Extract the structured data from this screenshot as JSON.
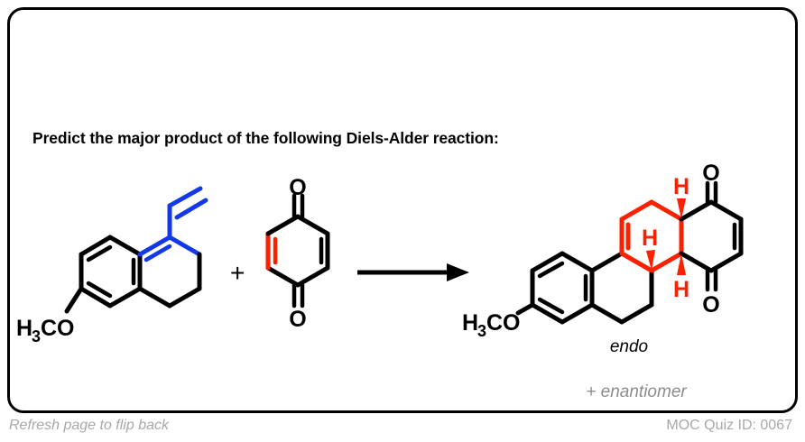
{
  "card": {
    "border_color": "#000000",
    "background": "#ffffff"
  },
  "prompt": {
    "text": "Predict the major product of the following Diels-Alder reaction:"
  },
  "footer": {
    "left_text": "Refresh page to flip back",
    "right_text": "MOC Quiz ID: 0067",
    "color": "#a8a8a8"
  },
  "colors": {
    "bond_black": "#000000",
    "diene_blue": "#1238e8",
    "dienophile_red": "#f92100",
    "text_grey": "#a8a8a8"
  },
  "reaction": {
    "operator_plus": "+",
    "arrow": "reaction-arrow",
    "reactant_1": {
      "name": "6-methoxy-1-vinyl-3,4-dihydronaphthalene",
      "substituent_label": "H₃CO",
      "substituent_label_main": "H",
      "substituent_label_sub": "3",
      "substituent_label_rest": "CO",
      "highlight_color": "#1238e8",
      "highlight_role": "diene"
    },
    "reactant_2": {
      "name": "p-benzoquinone",
      "oxygen_labels": [
        "O",
        "O"
      ],
      "highlight_color": "#f92100",
      "highlight_role": "dienophile"
    },
    "product": {
      "name": "endo Diels-Alder adduct",
      "substituent_label_main": "H",
      "substituent_label_sub": "3",
      "substituent_label_rest": "CO",
      "oxygen_labels": [
        "O",
        "O"
      ],
      "stereo_h_labels": [
        "H",
        "H",
        "H"
      ],
      "highlight_color": "#f92100",
      "caption_endo": "endo",
      "caption_enantiomer": "+ enantiomer"
    }
  }
}
